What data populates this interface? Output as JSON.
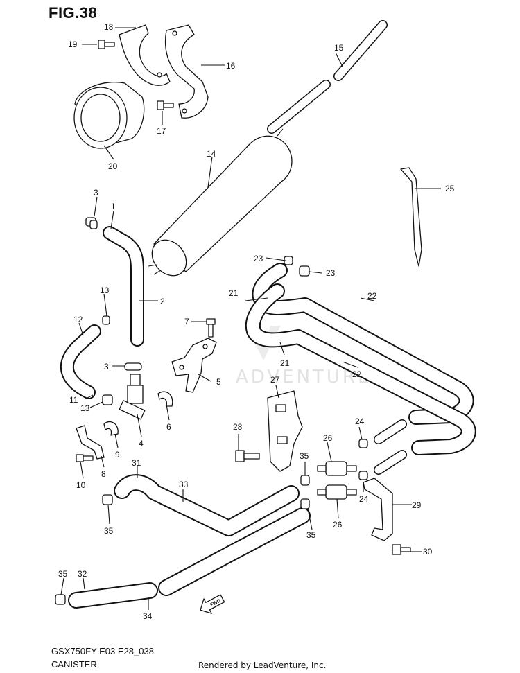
{
  "figure": {
    "title": "FIG.38"
  },
  "footer": {
    "model_code": "GSX750FY E03 E28_038",
    "assembly_name": "CANISTER",
    "rendered_by": "Rendered by LeadVenture, Inc."
  },
  "watermark": {
    "text": "ADVENTURE",
    "icon": "leadventure-logo-icon"
  },
  "fwd_marker": {
    "label": "FWD",
    "icon": "fwd-arrow-icon"
  },
  "callouts": [
    "1",
    "2",
    "3",
    "3",
    "4",
    "5",
    "6",
    "7",
    "8",
    "9",
    "10",
    "11",
    "12",
    "13",
    "13",
    "14",
    "15",
    "16",
    "17",
    "18",
    "19",
    "20",
    "21",
    "21",
    "22",
    "22",
    "23",
    "23",
    "24",
    "24",
    "25",
    "26",
    "26",
    "27",
    "28",
    "29",
    "30",
    "31",
    "32",
    "33",
    "34",
    "35",
    "35",
    "35",
    "35"
  ]
}
